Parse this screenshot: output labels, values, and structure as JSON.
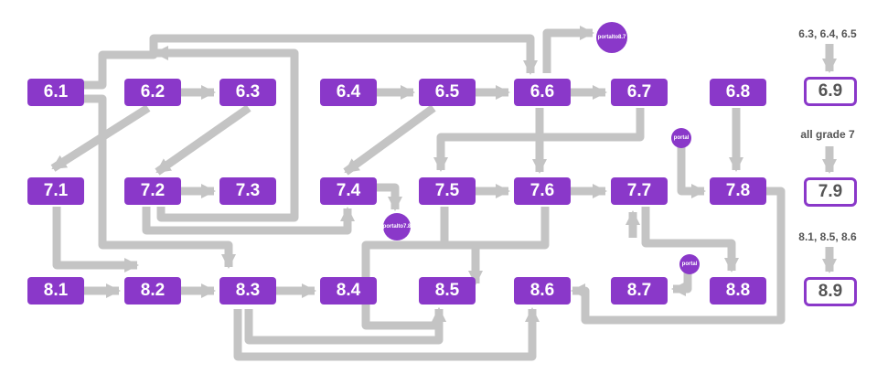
{
  "colors": {
    "node": "#8a38c9",
    "arrow": "#c4c4c4",
    "goal_text": "#555555"
  },
  "nodes": [
    {
      "id": "6.1",
      "label": "6.1"
    },
    {
      "id": "6.2",
      "label": "6.2"
    },
    {
      "id": "6.3",
      "label": "6.3"
    },
    {
      "id": "6.4",
      "label": "6.4"
    },
    {
      "id": "6.5",
      "label": "6.5"
    },
    {
      "id": "6.6",
      "label": "6.6"
    },
    {
      "id": "6.7",
      "label": "6.7"
    },
    {
      "id": "6.8",
      "label": "6.8"
    },
    {
      "id": "6.9",
      "label": "6.9"
    },
    {
      "id": "7.1",
      "label": "7.1"
    },
    {
      "id": "7.2",
      "label": "7.2"
    },
    {
      "id": "7.3",
      "label": "7.3"
    },
    {
      "id": "7.4",
      "label": "7.4"
    },
    {
      "id": "7.5",
      "label": "7.5"
    },
    {
      "id": "7.6",
      "label": "7.6"
    },
    {
      "id": "7.7",
      "label": "7.7"
    },
    {
      "id": "7.8",
      "label": "7.8"
    },
    {
      "id": "7.9",
      "label": "7.9"
    },
    {
      "id": "8.1",
      "label": "8.1"
    },
    {
      "id": "8.2",
      "label": "8.2"
    },
    {
      "id": "8.3",
      "label": "8.3"
    },
    {
      "id": "8.4",
      "label": "8.4"
    },
    {
      "id": "8.5",
      "label": "8.5"
    },
    {
      "id": "8.6",
      "label": "8.6"
    },
    {
      "id": "8.7",
      "label": "8.7"
    },
    {
      "id": "8.8",
      "label": "8.8"
    },
    {
      "id": "8.9",
      "label": "8.9"
    }
  ],
  "portals": [
    {
      "id": "p1",
      "text": [
        "portal",
        "to",
        "8.7"
      ]
    },
    {
      "id": "p2",
      "text": [
        "portal",
        "to",
        "7.8"
      ]
    },
    {
      "id": "p3",
      "text": [
        "portal"
      ]
    },
    {
      "id": "p4",
      "text": [
        "portal"
      ]
    }
  ],
  "side_labels": {
    "grade6": "6.3, 6.4, 6.5",
    "grade7": "all grade 7",
    "grade8": "8.1, 8.5, 8.6"
  }
}
